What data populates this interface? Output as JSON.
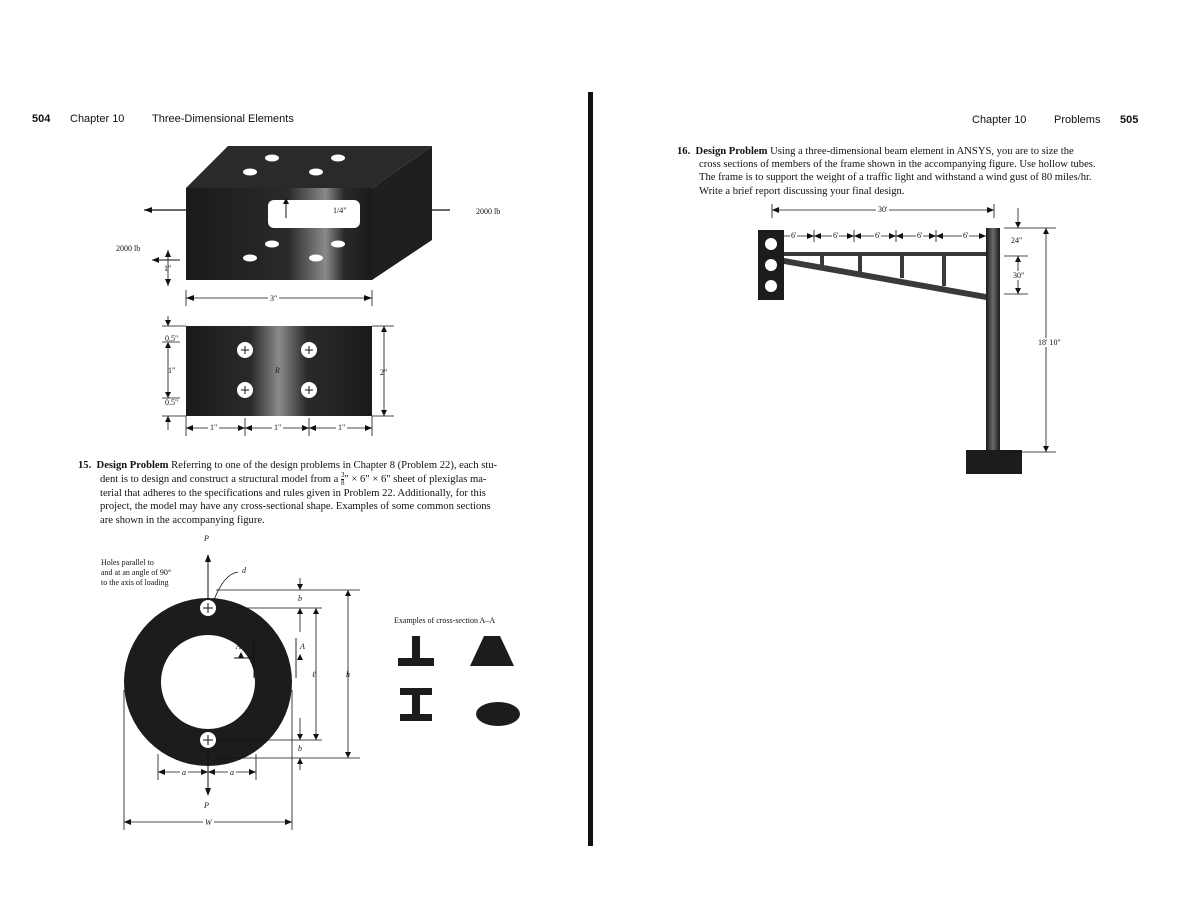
{
  "left_page": {
    "page_number": "504",
    "chapter": "Chapter 10",
    "chapter_title": "Three-Dimensional Elements",
    "figure_block": {
      "force_left": "2000 lb",
      "force_right": "2000 lb",
      "dim_quarter": "1/4\"",
      "dim_height": "1\"",
      "dim_width": "3\""
    },
    "figure_plate": {
      "dim_top": "0.5\"",
      "dim_mid": "1\"",
      "dim_bottom": "0.5\"",
      "dim_right": "2\"",
      "dim_b1": "1\"",
      "dim_b2": "1\"",
      "dim_b3": "1\"",
      "hole_label": "R"
    },
    "problem_15": {
      "number": "15.",
      "title": "Design Problem",
      "text_line1": "Referring to one of the design problems in Chapter 8 (Problem 22), each stu-",
      "text_line2a": "dent is to design and construct a structural model from a ",
      "frac_num": "3",
      "frac_den": "8",
      "text_line2b": "\" × 6\" × 6\" sheet of plexiglas ma-",
      "text_line3": "terial that adheres to the specifications and rules given in Problem 22. Additionally, for this",
      "text_line4": "project, the model may have any cross-sectional shape. Examples of some common sections",
      "text_line5": "are shown in the accompanying figure."
    },
    "figure_ring": {
      "note_line1": "Holes parallel to",
      "note_line2": "and at an angle of 90°",
      "note_line3": "to the axis of loading",
      "label_P_top": "P",
      "label_P_bottom": "P",
      "label_d": "d",
      "label_b_top": "b",
      "label_b_bottom": "b",
      "label_A_left": "A",
      "label_A_right": "A",
      "label_l": "ℓ",
      "label_h": "h",
      "label_a_left": "a",
      "label_a_right": "a",
      "label_W": "W",
      "examples_title": "Examples of cross-section A–A"
    }
  },
  "right_page": {
    "page_number": "505",
    "chapter": "Chapter 10",
    "section": "Problems",
    "problem_16": {
      "number": "16.",
      "title": "Design Problem",
      "text_line1": "Using a three-dimensional beam element in ANSYS, you are to size the",
      "text_line2": "cross sections of members of the frame shown in the accompanying figure. Use hollow tubes.",
      "text_line3": "The frame is to support the weight of a traffic light and withstand a wind gust of 80 miles/hr.",
      "text_line4": "Write a brief report discussing your final design."
    },
    "figure_frame": {
      "dim_span": "30'",
      "dim_s1": "6'",
      "dim_s2": "6'",
      "dim_s3": "6'",
      "dim_s4": "6'",
      "dim_s5": "6'",
      "dim_24": "24\"",
      "dim_30": "30\"",
      "dim_height": "18' 10\""
    }
  },
  "colors": {
    "ink": "#111111",
    "dark_fill": "#1c1c1c",
    "spine": "#111111"
  }
}
